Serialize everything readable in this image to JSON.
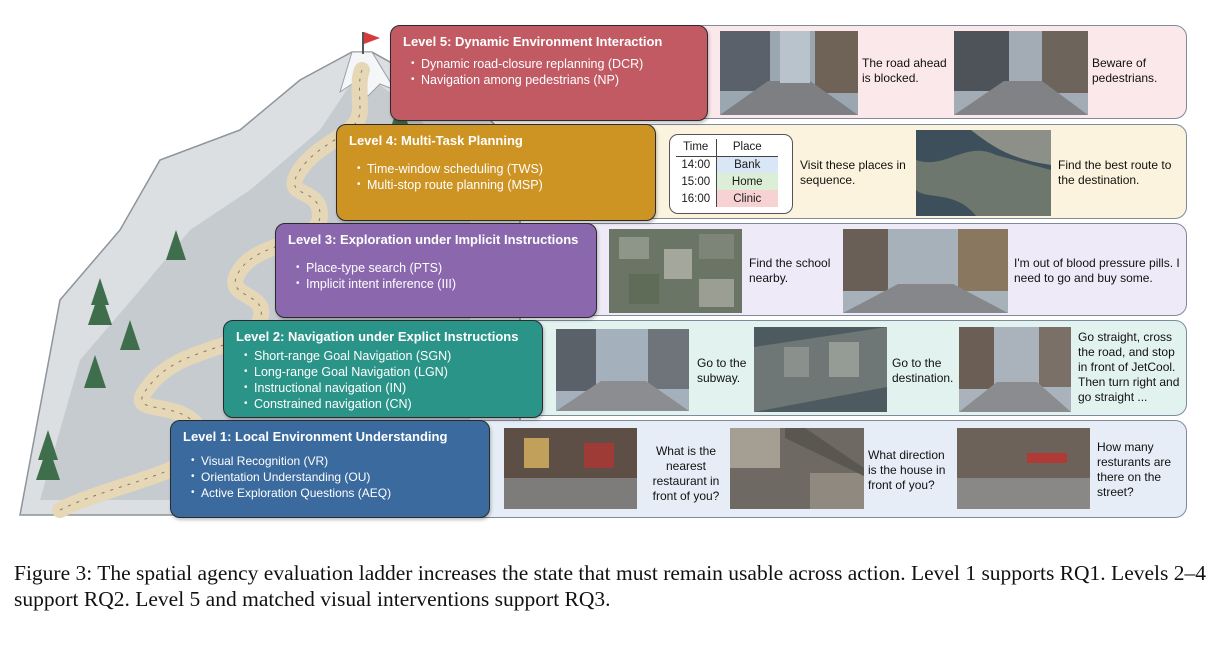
{
  "levels": [
    {
      "title": "Level 5: Dynamic Environment Interaction",
      "color": "#c15a63",
      "items": [
        "Dynamic road-closure replanning (DCR)",
        "Navigation among pedestrians (NP)"
      ],
      "row_bg": "#fbe8ea"
    },
    {
      "title": "Level 4: Multi-Task Planning",
      "color": "#cd9323",
      "items": [
        "Time-window scheduling (TWS)",
        "Multi-stop route planning (MSP)"
      ],
      "row_bg": "#fbf3dd"
    },
    {
      "title": "Level 3: Exploration under Implicit Instructions",
      "color": "#8b68ae",
      "items": [
        "Place-type search (PTS)",
        "Implicit intent inference (III)"
      ],
      "row_bg": "#efeaf7"
    },
    {
      "title": "Level 2: Navigation under Explict Instructions",
      "color": "#2a9488",
      "items": [
        "Short-range Goal Navigation (SGN)",
        "Long-range Goal Navigation (LGN)",
        "Instructional navigation (IN)",
        "Constrained navigation (CN)"
      ],
      "row_bg": "#e2f2ef"
    },
    {
      "title": "Level 1: Local Environment Understanding",
      "color": "#3a6a9e",
      "items": [
        "Visual Recognition (VR)",
        "Orientation Understanding (OU)",
        "Active Exploration Questions (AEQ)"
      ],
      "row_bg": "#e6edf6"
    }
  ],
  "examples": {
    "l5": [
      "The road ahead is blocked.",
      "Beware of pedestrians."
    ],
    "l4": [
      "Visit these places in sequence.",
      "Find the best route to the destination."
    ],
    "l3": [
      "Find the school nearby.",
      "I'm out of blood pressure pills. I need to go and buy some."
    ],
    "l2": [
      "Go to the subway.",
      "Go to the destination.",
      "Go straight, cross the road, and stop in front of JetCool. Then turn right and go straight ..."
    ],
    "l1": [
      "What is the nearest restaurant in front of you?",
      "What direction is the house in front of you?",
      "How many resturants are there on the street?"
    ]
  },
  "schedule": {
    "headers": [
      "Time",
      "Place"
    ],
    "rows": [
      {
        "time": "14:00",
        "place": "Bank",
        "color": "#d9e6f6"
      },
      {
        "time": "15:00",
        "place": "Home",
        "color": "#dcefd6"
      },
      {
        "time": "16:00",
        "place": "Clinic",
        "color": "#f6d2d2"
      }
    ]
  },
  "caption": "Figure 3: The spatial agency evaluation ladder increases the state that must remain usable across action. Level 1 supports RQ1. Levels 2–4 support RQ2. Level 5 and matched visual interventions support RQ3."
}
